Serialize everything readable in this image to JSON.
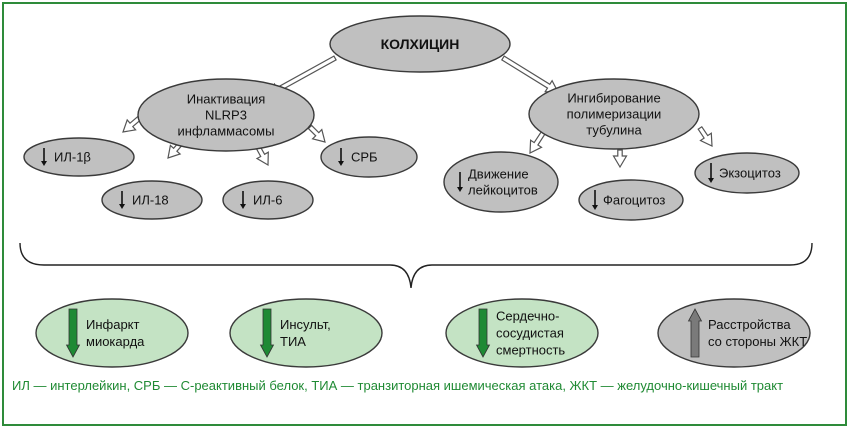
{
  "root": {
    "label": "КОЛХИЦИН"
  },
  "branches": {
    "left": {
      "lines": [
        "Инактивация",
        "NLRP3",
        "инфламмасомы"
      ]
    },
    "right": {
      "lines": [
        "Ингибирование",
        "полимеризации",
        "тубулина"
      ]
    }
  },
  "markers": [
    {
      "label": "ИЛ-1β"
    },
    {
      "label": "ИЛ-18"
    },
    {
      "label": "ИЛ-6"
    },
    {
      "label": "СРБ"
    }
  ],
  "cell_effects": [
    {
      "lines": [
        "Движение",
        "лейкоцитов"
      ]
    },
    {
      "lines": [
        "Фагоцитоз"
      ]
    },
    {
      "lines": [
        "Экзоцитоз"
      ]
    }
  ],
  "outcomes": [
    {
      "lines": [
        "Инфаркт",
        "миокарда"
      ],
      "direction": "down"
    },
    {
      "lines": [
        "Инсульт,",
        "ТИА"
      ],
      "direction": "down"
    },
    {
      "lines": [
        "Сердечно-",
        "сосудистая",
        "смертность"
      ],
      "direction": "down"
    },
    {
      "lines": [
        "Расстройства",
        "со стороны ЖКТ"
      ],
      "direction": "up"
    }
  ],
  "legend": "ИЛ — интерлейкин, СРБ — С-реактивный белок, ТИА — транзиторная ишемическая атака, ЖКТ — желудочно-кишечный тракт",
  "colors": {
    "node_gray": "#c0c0c0",
    "node_stroke": "#3a3a3a",
    "outcome_green": "#c4e3c4",
    "arrow_down_green": "#1e8a34",
    "arrow_up_gray": "#7a7a7a",
    "frame_green": "#2e8b3a",
    "legend_green": "#1f8a33"
  },
  "icons": {
    "decrease": "down-arrow-icon",
    "increase": "up-arrow-icon",
    "connector": "hollow-arrow-icon"
  }
}
